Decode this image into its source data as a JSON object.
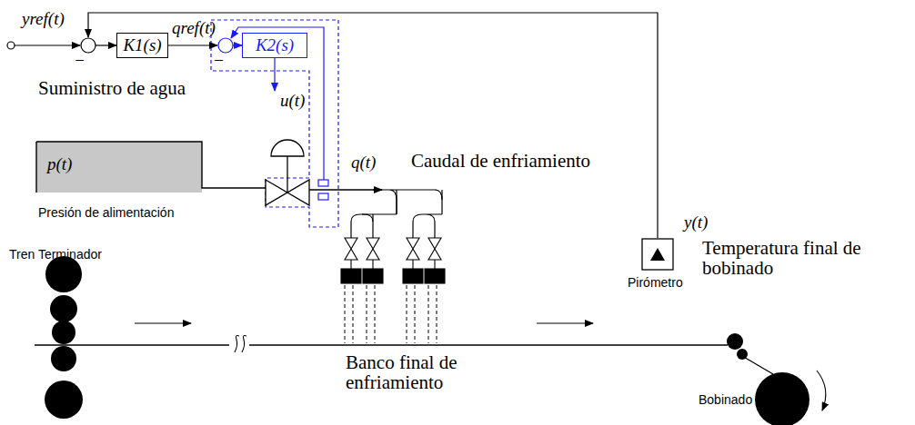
{
  "diagram": {
    "nodes": [
      {
        "text": [
          "K1(s)"
        ]
      },
      {
        "text": [
          "K2(s)"
        ]
      },
      {
        "text": [
          "Pirómetro"
        ]
      }
    ],
    "edges": [
      {
        "from": 0,
        "to": 1,
        "arrow": "to",
        "label": "qref(t)"
      },
      {
        "from": 2,
        "to": 0,
        "arrow": "to"
      }
    ],
    "labels": [
      "yref(t)",
      "−",
      "−",
      "Suministro de agua",
      "u(t)",
      "p(t)",
      "Presión de alimentación",
      "q(t)",
      "Caudal de enfriamiento",
      "y(t)",
      "Temperatura final de bobinado",
      "Tren Terminador",
      "Banco final de enfriamiento",
      "Bobinado"
    ]
  }
}
